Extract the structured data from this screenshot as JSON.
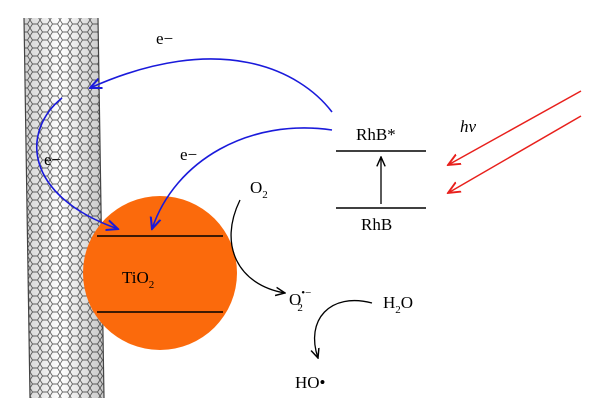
{
  "labels": {
    "electron_top": "e−",
    "electron_left": "e−",
    "electron_mid": "e−",
    "rhb_excited": "RhB*",
    "rhb_ground": "RhB",
    "light": "hν",
    "tio2_main": "TiO",
    "tio2_sub": "2",
    "o2_main": "O",
    "o2_sub": "2",
    "superoxide_main": "O",
    "superoxide_sup": "•−",
    "superoxide_sub": "2",
    "h2o_h": "H",
    "h2o_sub": "2",
    "h2o_o": "O",
    "hydroxyl": "HO•"
  },
  "colors": {
    "electron_arrow": "#1a1adb",
    "light_arrow": "#e8201c",
    "tio2_fill": "#fb6a0c",
    "line": "#000000",
    "nanotube": "#555555"
  }
}
